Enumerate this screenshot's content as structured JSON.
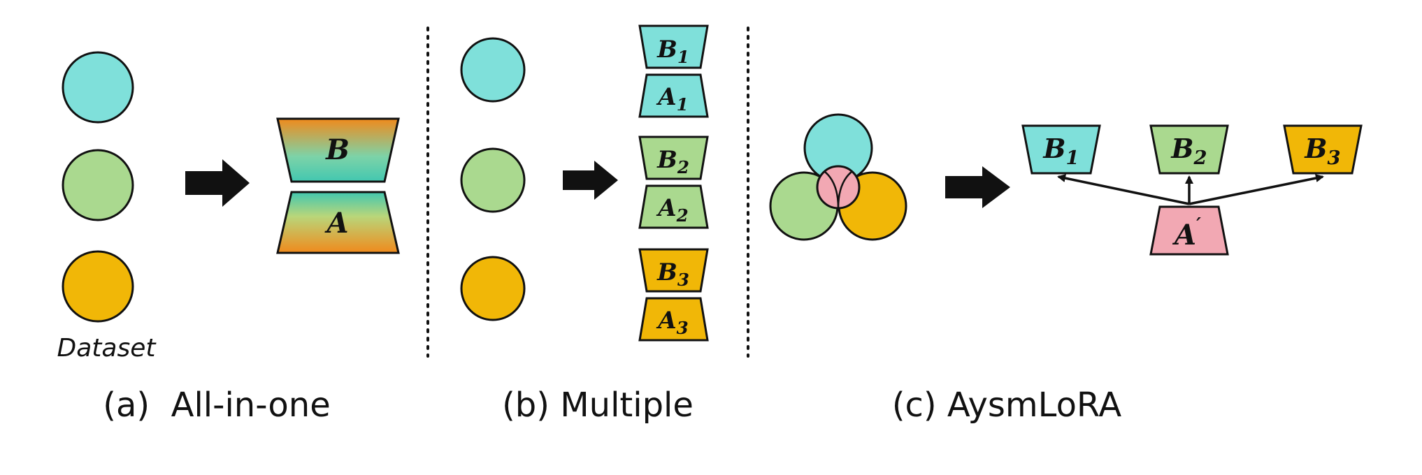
{
  "colors": {
    "cyan": "#7fe0da",
    "green": "#aad98f",
    "orange": "#f1b707",
    "pink": "#f2a8b3",
    "orange_gradient": "#f08a1c",
    "teal_gradient": "#42c7b0",
    "stroke": "#111111"
  },
  "panel_a": {
    "dataset_label": "Dataset",
    "matrix_b": "B",
    "matrix_a": "A",
    "caption": "(a)  All-in-one"
  },
  "panel_b": {
    "pairs": [
      {
        "b": "B",
        "a": "A",
        "sub": "1"
      },
      {
        "b": "B",
        "a": "A",
        "sub": "2"
      },
      {
        "b": "B",
        "a": "A",
        "sub": "3"
      }
    ],
    "caption": "(b) Multiple"
  },
  "panel_c": {
    "b_matrices": [
      {
        "label": "B",
        "sub": "1"
      },
      {
        "label": "B",
        "sub": "2"
      },
      {
        "label": "B",
        "sub": "3"
      }
    ],
    "shared_matrix": "A",
    "shared_prime": "′",
    "caption": "(c) AysmLoRA"
  }
}
